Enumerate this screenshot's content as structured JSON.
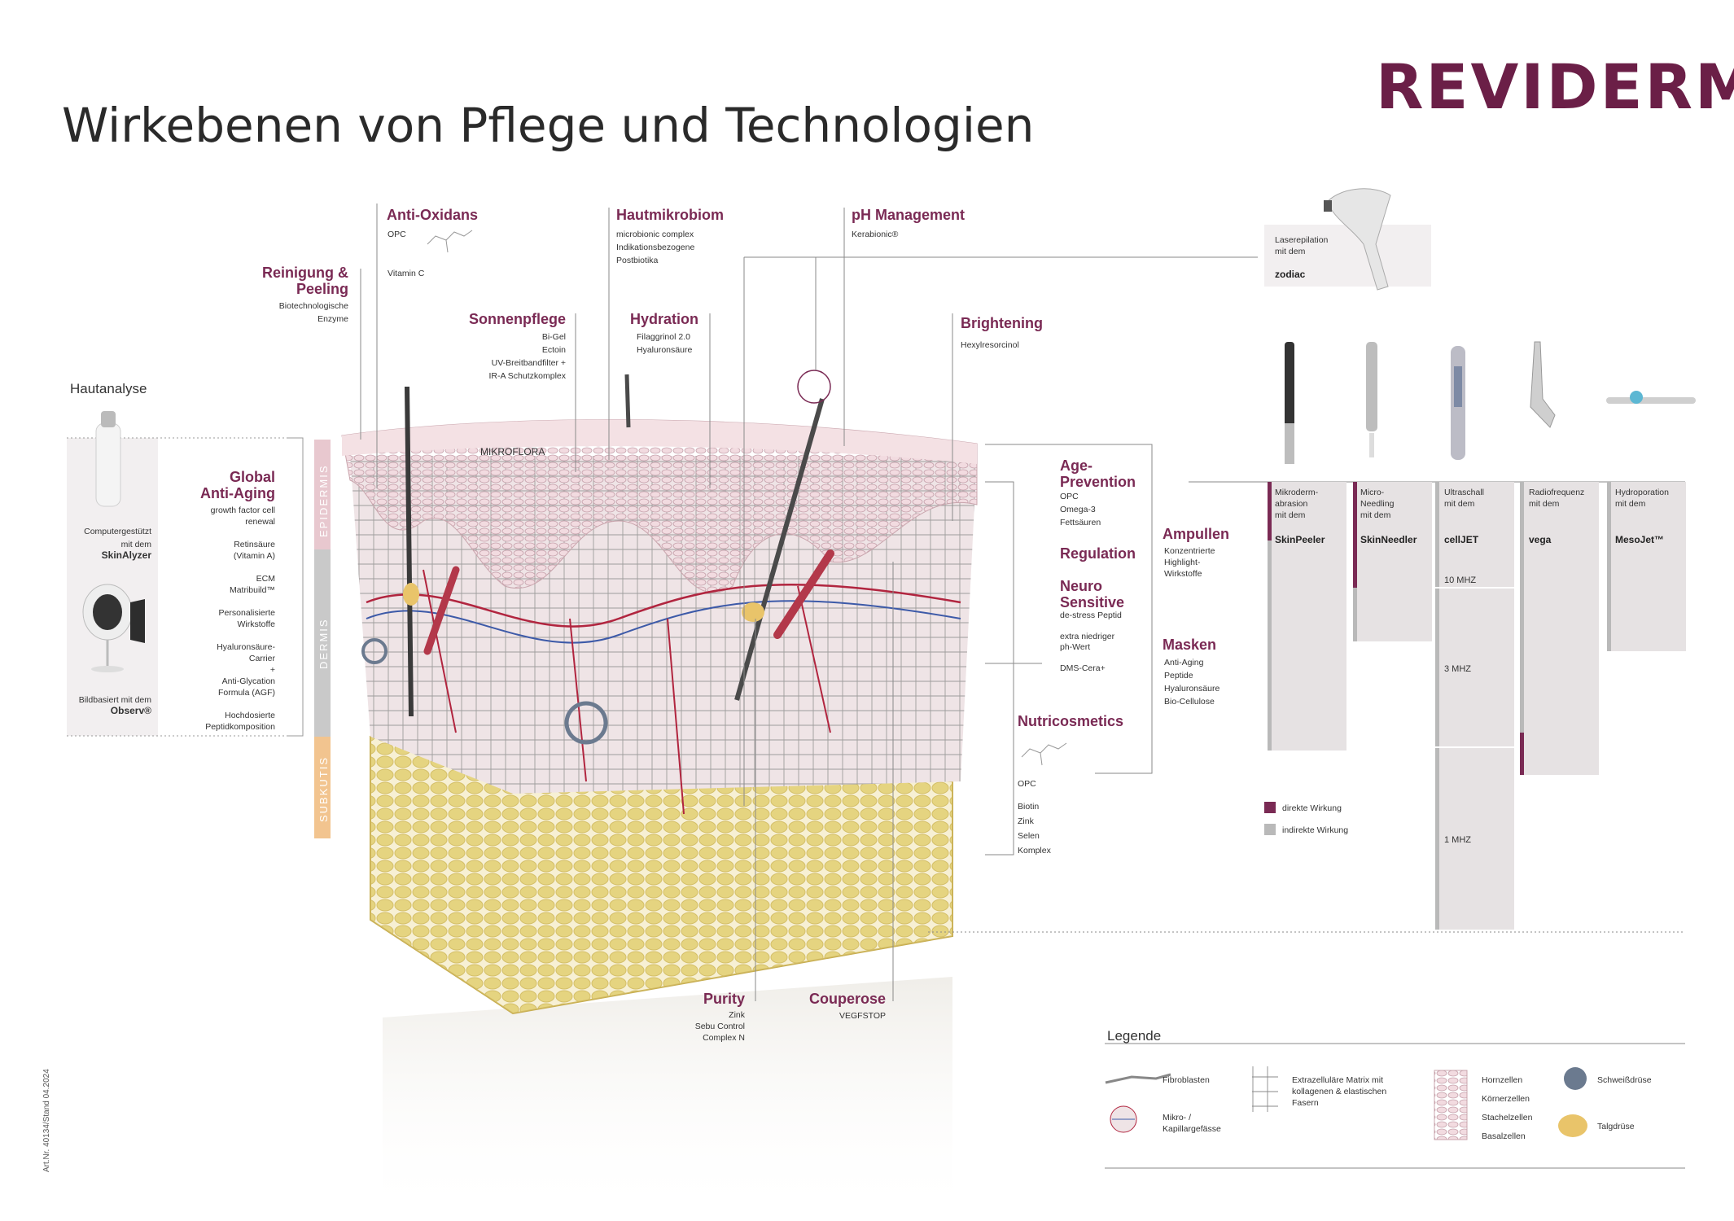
{
  "title": "Wirkebenen von Pflege und Technologien",
  "brand": "REVIDERM",
  "colors": {
    "accent": "#7a2a54",
    "brand": "#6b1f47",
    "epidermis": "#e8c8cf",
    "dermis": "#c9c9c9",
    "subkutis": "#f2c48f",
    "direct": "#7a2a54",
    "indirect": "#b9b9b9",
    "panel": "#f2eff0"
  },
  "left": {
    "heading": "Hautanalyse",
    "skinalyzer_text": "Computergestützt\nmit dem",
    "skinalyzer_name": "SkinAlyzer",
    "observ_text": "Bildbasiert mit dem",
    "observ_name": "Observ®"
  },
  "layers": {
    "epidermis": "EPIDERMIS",
    "dermis": "DERMIS",
    "subkutis": "SUBKUTIS"
  },
  "care": {
    "reinigung": {
      "title": "Reinigung &\nPeeling",
      "sub": "Biotechnologische\nEnzyme"
    },
    "antioxidans": {
      "title": "Anti-Oxidans",
      "sub1": "OPC",
      "sub2": "Vitamin C"
    },
    "hautmikrobiom": {
      "title": "Hautmikrobiom",
      "sub": "microbionic complex\nIndikationsbezogene\nPostbiotika"
    },
    "ph": {
      "title": "pH Management",
      "sub": "Kerabionic®"
    },
    "sonnenpflege": {
      "title": "Sonnenpflege",
      "sub": "Bi-Gel\nEctoin\nUV-Breitbandfilter +\nIR-A Schutzkomplex"
    },
    "hydration": {
      "title": "Hydration",
      "sub": "Filaggrinol 2.0\nHyaluronsäure"
    },
    "brightening": {
      "title": "Brightening",
      "sub": "Hexylresorcinol"
    },
    "global": {
      "title": "Global\nAnti-Aging",
      "sub": "growth factor cell\nrenewal\n\nRetinsäure\n(Vitamin A)\n\nECM\nMatribuild™\n\nPersonalisierte\nWirkstoffe\n\nHyaluronsäure-\nCarrier\n+\nAnti-Glycation\nFormula (AGF)\n\nHochdosierte\nPeptidkomposition"
    },
    "age": {
      "title": "Age-\nPrevention",
      "sub": "OPC\nOmega-3\nFettsäuren"
    },
    "regulation": {
      "title": "Regulation"
    },
    "neuro": {
      "title": "Neuro\nSensitive",
      "sub": "de-stress Peptid\n\nextra niedriger\nph-Wert\n\nDMS-Cera+"
    },
    "ampullen": {
      "title": "Ampullen",
      "sub": "Konzentrierte\nHighlight-\nWirkstoffe"
    },
    "masken": {
      "title": "Masken",
      "sub": "Anti-Aging\nPeptide\nHyaluronsäure\nBio-Cellulose"
    },
    "nutri": {
      "title": "Nutricosmetics",
      "sub1": "OPC",
      "sub2": "Biotin\nZink\nSelen\nKomplex"
    },
    "purity": {
      "title": "Purity",
      "sub": "Zink\nSebu Control\nComplex N"
    },
    "couperose": {
      "title": "Couperose",
      "sub": "VEGFSTOP"
    }
  },
  "mikroflora": "MIKROFLORA",
  "devices": {
    "zodiac": {
      "label": "Laserepilation\nmit dem",
      "name": "zodiac"
    },
    "skinpeeler": {
      "label": "Mikroderm-\nabrasion\nmit dem",
      "name": "SkinPeeler",
      "direct": 0.22,
      "indirect": 1.0
    },
    "skinneedler": {
      "label": "Micro-\nNeedling\nmit dem",
      "name": "SkinNeedler",
      "direct": 0.35,
      "indirect": 0.57
    },
    "celljet": {
      "label": "Ultraschall\nmit dem",
      "name": "cellJET",
      "mhz10": "10 MHZ",
      "mhz3": "3 MHZ",
      "mhz1": "1 MHZ"
    },
    "vega": {
      "label": "Radiofrequenz\nmit dem",
      "name": "vega"
    },
    "mesojet": {
      "label": "Hydroporation\nmit dem",
      "name": "MesoJet™"
    }
  },
  "wirkung": {
    "direkt": "direkte Wirkung",
    "indirekt": "indirekte Wirkung"
  },
  "legend": {
    "title": "Legende",
    "fibroblasten": "Fibroblasten",
    "gefaesse": "Mikro- /\nKapillargefässe",
    "matrix": "Extrazelluläre Matrix mit\nkollagenen & elastischen\nFasern",
    "zellen": [
      "Hornzellen",
      "Körnerzellen",
      "Stachelzellen",
      "Basalzellen"
    ],
    "schweiss": "Schweißdrüse",
    "talg": "Talgdrüse"
  },
  "artnr": "Art.Nr. 40134/Stand 04.2024"
}
